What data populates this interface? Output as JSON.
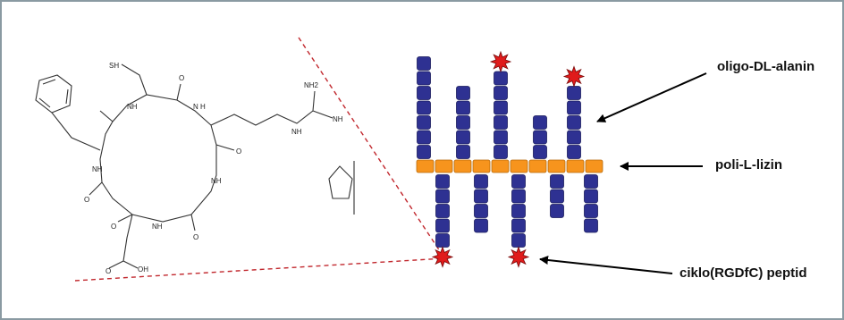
{
  "molecule": {
    "atoms": {
      "sh": "SH",
      "nh_top_left": "NH",
      "n_top_right": "N",
      "h_top_right": "H",
      "nh_left": "NH",
      "nh_right": "NH",
      "nh_bottom": "NH",
      "oh": "OH",
      "nh2": "NH2",
      "nh_guan": "NH",
      "nh_imine": "NH",
      "o1": "O",
      "o2": "O",
      "o3": "O",
      "o4": "O",
      "o5": "O",
      "o6": "O"
    }
  },
  "polymer": {
    "backbone_monomers": 10,
    "up_chains": [
      {
        "length": 7,
        "end_peptide": false
      },
      {
        "length": 5,
        "end_peptide": false
      },
      {
        "length": 6,
        "end_peptide": true
      },
      {
        "length": 3,
        "end_peptide": false
      },
      {
        "length": 5,
        "end_peptide": true
      }
    ],
    "down_chains": [
      {
        "length": 5,
        "end_peptide": true
      },
      {
        "length": 4,
        "end_peptide": false
      },
      {
        "length": 5,
        "end_peptide": true
      },
      {
        "length": 3,
        "end_peptide": false
      },
      {
        "length": 4,
        "end_peptide": false
      }
    ],
    "colors": {
      "alanine": "#2e3192",
      "lysine": "#f7941d",
      "peptide": "#e01b1b",
      "zoom_line": "#c1272d"
    }
  },
  "labels": {
    "oligo": "oligo-DL-alanin",
    "polylysine": "poli-L-lizin",
    "peptide": "ciklo(RGDfC) peptid"
  }
}
